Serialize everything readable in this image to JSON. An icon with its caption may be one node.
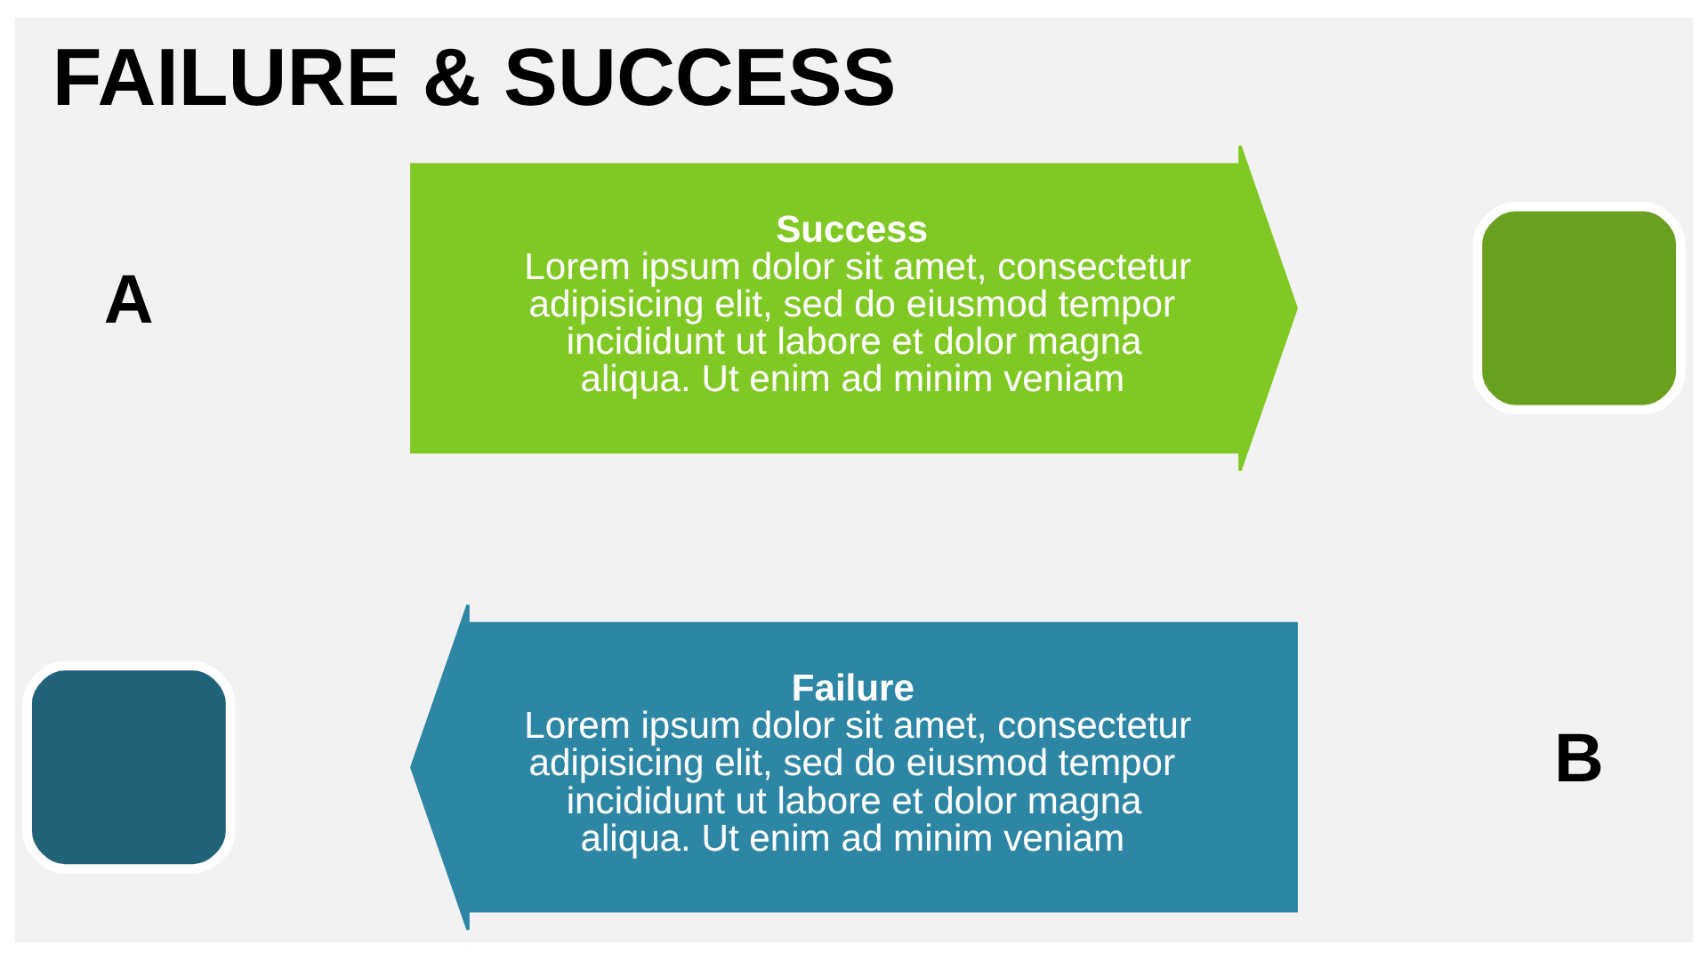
{
  "diagram": {
    "title": "FAILURE & SUCCESS",
    "nodes": [
      {
        "text": [
          "Success",
          "Lorem ipsum dolor sit amet, consectetur adipisicing elit, sed do eiusmod tempor incididunt ut labore et dolor magna aliqua. Ut enim ad minim veniam"
        ]
      },
      {
        "text": [],
        "shape": "box"
      },
      {
        "text": [
          "Failure",
          "Lorem ipsum dolor sit amet, consectetur adipisicing elit, sed do eiusmod tempor incididunt ut labore et dolor magna aliqua. Ut enim ad minim veniam"
        ]
      },
      {
        "text": [],
        "shape": "box"
      }
    ],
    "edges": [],
    "labels": [
      "A",
      "B"
    ]
  }
}
